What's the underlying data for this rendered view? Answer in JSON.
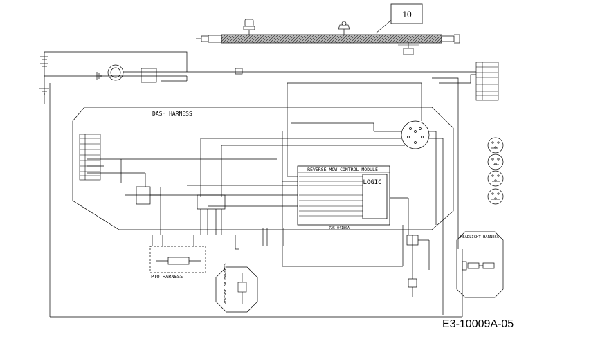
{
  "callout": {
    "number": "10"
  },
  "harnesses": {
    "dash": "DASH HARNESS",
    "pto": "PTO HARNESS",
    "reverse_sw": "REVERSE SW HARNESS",
    "headlight": "HEADLIGHT HARNESS"
  },
  "module": {
    "title": "REVERSE MOW CONTROL MODULE",
    "logic": "LOGIC",
    "part_number": "725-04180A"
  },
  "document": {
    "code": "E3-10009A-05"
  }
}
